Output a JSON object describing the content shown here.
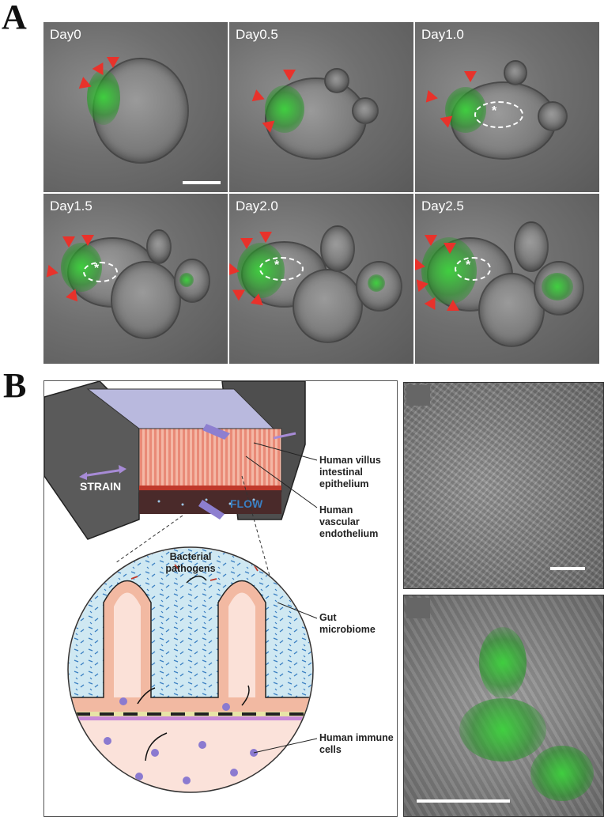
{
  "panel_a": {
    "letter": "A",
    "tiles": [
      {
        "label": "Day0"
      },
      {
        "label": "Day0.5"
      },
      {
        "label": "Day1.0"
      },
      {
        "label": "Day1.5"
      },
      {
        "label": "Day2.0"
      },
      {
        "label": "Day2.5"
      }
    ]
  },
  "panel_b": {
    "letter": "B",
    "diagram": {
      "strain": "STRAIN",
      "flow": "FLOW",
      "bacterial_pathogens": "Bacterial pathogens",
      "villus_epithelium": "Human villus intestinal epithelium",
      "vascular_endothelium": "Human vascular endothelium",
      "gut_microbiome": "Gut microbiome",
      "immune_cells": "Human immune cells"
    }
  },
  "colors": {
    "arrow_red": "#e8322b",
    "fluorescence_green": "#3cd23c",
    "lumen_blue": "#cfe8f2",
    "tissue_pink": "#f2b9a2",
    "strain_purple": "#a78bd6",
    "flow_blue": "#3a7fc2"
  }
}
